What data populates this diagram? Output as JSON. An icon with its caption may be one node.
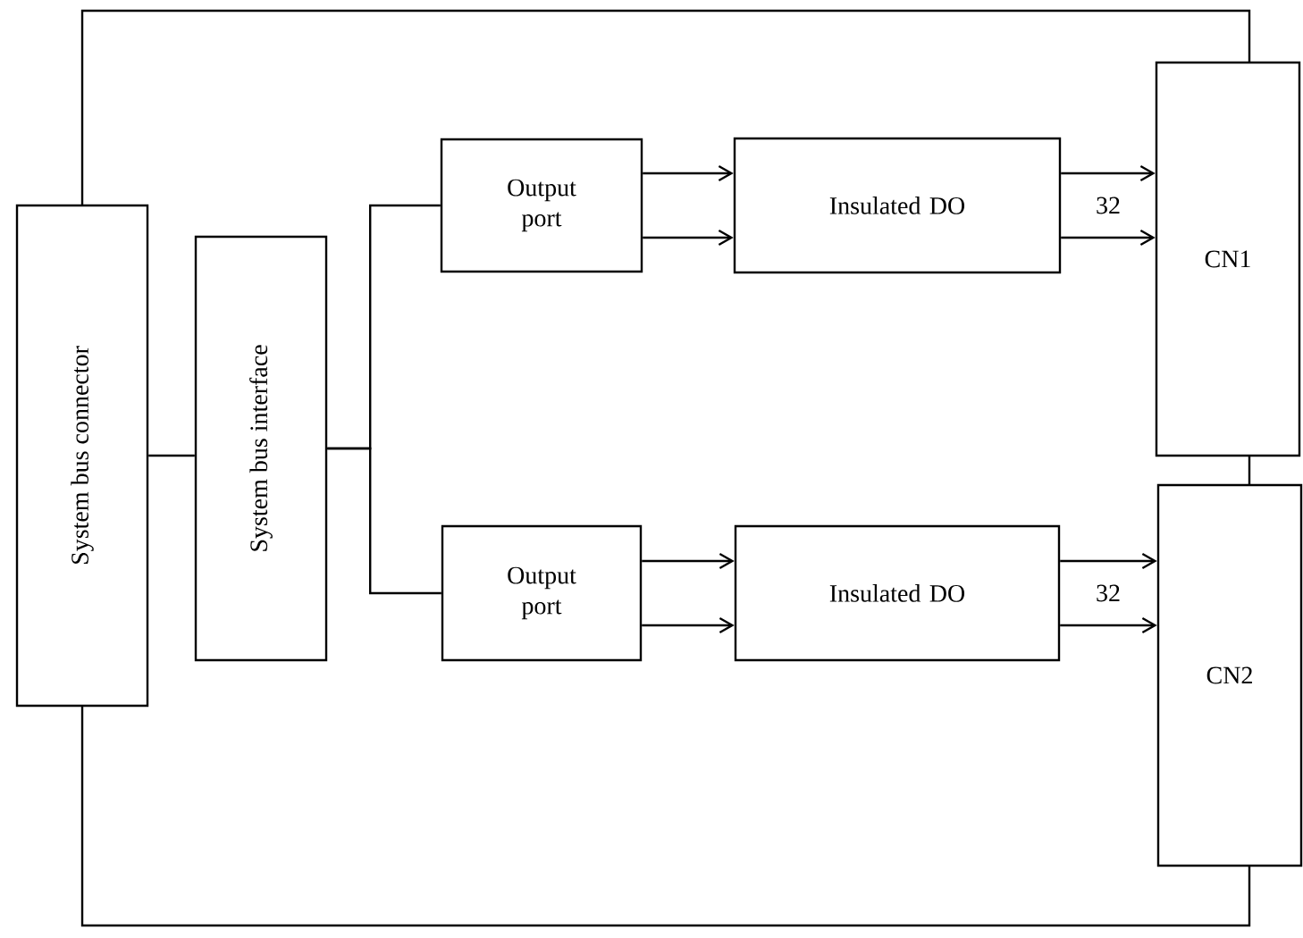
{
  "diagram": {
    "nodes": [
      {
        "text": [
          "System bus connector"
        ]
      },
      {
        "text": [
          "System bus interface"
        ]
      },
      {
        "text": [
          "Output port"
        ]
      },
      {
        "text": [
          "Insulated DO"
        ]
      },
      {
        "text": [
          "CN1"
        ]
      },
      {
        "text": [
          "Output port"
        ]
      },
      {
        "text": [
          "Insulated DO"
        ]
      },
      {
        "text": [
          "CN2"
        ]
      }
    ],
    "edges": [
      {
        "from": 0,
        "to": 1,
        "arrow": "none"
      },
      {
        "from": 1,
        "to": 2,
        "arrow": "none"
      },
      {
        "from": 1,
        "to": 5,
        "arrow": "none"
      },
      {
        "from": 2,
        "to": 3,
        "arrow": "to"
      },
      {
        "from": 2,
        "to": 3,
        "arrow": "to"
      },
      {
        "from": 3,
        "to": 4,
        "arrow": "to"
      },
      {
        "from": 3,
        "to": 4,
        "arrow": "to"
      },
      {
        "from": 5,
        "to": 6,
        "arrow": "to"
      },
      {
        "from": 5,
        "to": 6,
        "arrow": "to"
      },
      {
        "from": 6,
        "to": 7,
        "arrow": "to"
      },
      {
        "from": 6,
        "to": 7,
        "arrow": "to"
      }
    ],
    "labels": [
      "32",
      "32"
    ]
  }
}
